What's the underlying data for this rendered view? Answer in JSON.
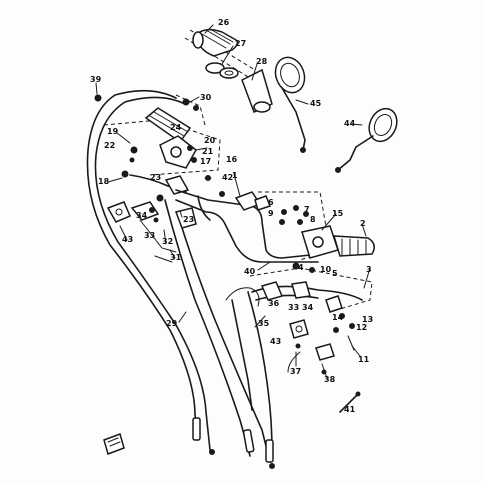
{
  "diagram": {
    "callouts": [
      {
        "id": "c26a",
        "text": "26"
      },
      {
        "id": "c27",
        "text": "27"
      },
      {
        "id": "c28",
        "text": "28"
      },
      {
        "id": "c45",
        "text": "45"
      },
      {
        "id": "c39",
        "text": "39"
      },
      {
        "id": "c30",
        "text": "30"
      },
      {
        "id": "c19",
        "text": "19"
      },
      {
        "id": "c24",
        "text": "24"
      },
      {
        "id": "c20",
        "text": "20"
      },
      {
        "id": "c21",
        "text": "21"
      },
      {
        "id": "c16",
        "text": "16"
      },
      {
        "id": "c22",
        "text": "22"
      },
      {
        "id": "c17",
        "text": "17"
      },
      {
        "id": "c42",
        "text": "42"
      },
      {
        "id": "c44",
        "text": "44"
      },
      {
        "id": "c18",
        "text": "18"
      },
      {
        "id": "c23a",
        "text": "23"
      },
      {
        "id": "c23b",
        "text": "23"
      },
      {
        "id": "c1",
        "text": "1"
      },
      {
        "id": "c6",
        "text": "6"
      },
      {
        "id": "c7",
        "text": "7"
      },
      {
        "id": "c9",
        "text": "9"
      },
      {
        "id": "c8",
        "text": "8"
      },
      {
        "id": "c15",
        "text": "15"
      },
      {
        "id": "c2",
        "text": "2"
      },
      {
        "id": "c34a",
        "text": "34"
      },
      {
        "id": "c33a",
        "text": "33"
      },
      {
        "id": "c32",
        "text": "32"
      },
      {
        "id": "c31",
        "text": "31"
      },
      {
        "id": "c43a",
        "text": "43"
      },
      {
        "id": "c40",
        "text": "40"
      },
      {
        "id": "c4",
        "text": "4"
      },
      {
        "id": "c10",
        "text": "10"
      },
      {
        "id": "c5",
        "text": "5"
      },
      {
        "id": "c3",
        "text": "3"
      },
      {
        "id": "c36",
        "text": "36"
      },
      {
        "id": "c33b",
        "text": "33"
      },
      {
        "id": "c34b",
        "text": "34"
      },
      {
        "id": "c35",
        "text": "35"
      },
      {
        "id": "c14",
        "text": "14"
      },
      {
        "id": "c12",
        "text": "12"
      },
      {
        "id": "c13",
        "text": "13"
      },
      {
        "id": "c29",
        "text": "29"
      },
      {
        "id": "c43b",
        "text": "43"
      },
      {
        "id": "c11",
        "text": "11"
      },
      {
        "id": "c37",
        "text": "37"
      },
      {
        "id": "c38",
        "text": "38"
      },
      {
        "id": "c41",
        "text": "41"
      }
    ]
  }
}
